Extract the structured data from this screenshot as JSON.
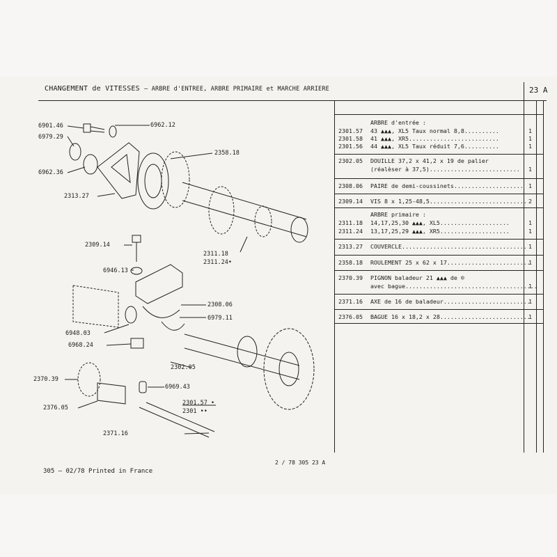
{
  "header": {
    "title_main": "CHANGEMENT de VITESSES",
    "title_sub": "– ARBRE d'ENTREE, ARBRE PRIMAIRE et MARCHE ARRIERE",
    "page_number": "23 A"
  },
  "diagram_labels": [
    "6901.46",
    "6962.12",
    "6979.29",
    "2358.18",
    "6962.36",
    "2313.27",
    "2309.14",
    "2311.18",
    "2311.24•",
    "6946.13",
    "2308.06",
    "6979.11",
    "6948.03",
    "6968.24",
    "2302.05",
    "2370.39",
    "6969.43",
    "2376.05",
    "2301.57 •",
    "2301 ••",
    "2371.16"
  ],
  "parts_list": [
    {
      "code": "",
      "text": "ARBRE d'entrée :",
      "qty": ""
    },
    {
      "code": "2301.57",
      "text": "43 ▲▲▲, XL5 Taux normal 8,8..........",
      "qty": "1"
    },
    {
      "code": "2301.58",
      "text": "41 ▲▲▲, XR5..........................",
      "qty": "1"
    },
    {
      "code": "2301.56",
      "text": "44 ▲▲▲, XL5 Taux réduit 7,6..........",
      "qty": "1"
    },
    {
      "code": "2302.05",
      "text": "DOUILLE 37,2 x 41,2 x 19 de palier",
      "qty": ""
    },
    {
      "code": "",
      "text": "(réalèser à 37,5)..........................",
      "qty": "1"
    },
    {
      "code": "2308.06",
      "text": "PAIRE de demi-coussinets....................",
      "qty": "1"
    },
    {
      "code": "2309.14",
      "text": "VIS 8 x 1,25-48,5............................",
      "qty": "2"
    },
    {
      "code": "",
      "text": "ARBRE primaire :",
      "qty": ""
    },
    {
      "code": "2311.18",
      "text": "14,17,25,30 ▲▲▲, XL5....................",
      "qty": "1"
    },
    {
      "code": "2311.24",
      "text": "13,17,25,29 ▲▲▲, XR5....................",
      "qty": "1"
    },
    {
      "code": "2313.27",
      "text": "COUVERCLE....................................",
      "qty": "1"
    },
    {
      "code": "2358.18",
      "text": "ROULEMENT 25 x 62 x 17........................",
      "qty": "1"
    },
    {
      "code": "2370.39",
      "text": "PIGNON baladeur 21 ▲▲▲ de ®",
      "qty": ""
    },
    {
      "code": "",
      "text": "avec bague......................................",
      "qty": "1"
    },
    {
      "code": "2371.16",
      "text": "AXE de 16 de baladeur.........................",
      "qty": "1"
    },
    {
      "code": "2376.05",
      "text": "BAGUE 16 x 18,2 x 28..........................",
      "qty": "1"
    }
  ],
  "footer": {
    "left": "305 – 02/78 Printed in France",
    "ref": "2 / 78 305    23 A"
  }
}
